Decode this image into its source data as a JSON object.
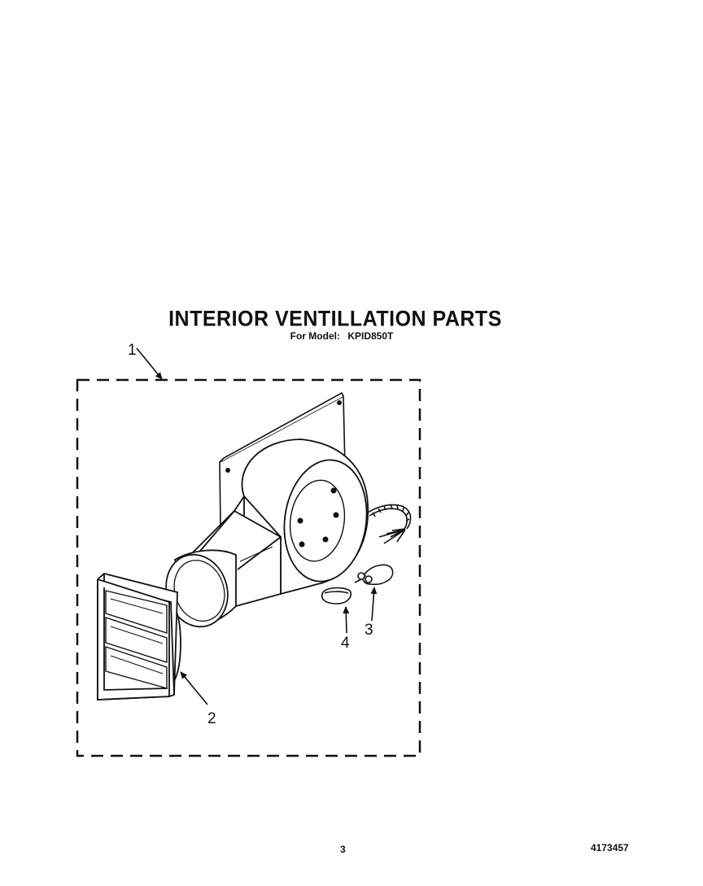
{
  "header": {
    "title": "INTERIOR VENTILLATION PARTS",
    "model_label": "For Model:",
    "model_number": "KPID850T"
  },
  "callouts": {
    "item_1": "1",
    "item_2": "2",
    "item_3": "3",
    "item_4": "4"
  },
  "footer": {
    "page_number": "3",
    "document_number": "4173457"
  },
  "colors": {
    "ink": "#111111",
    "paper": "#ffffff"
  }
}
